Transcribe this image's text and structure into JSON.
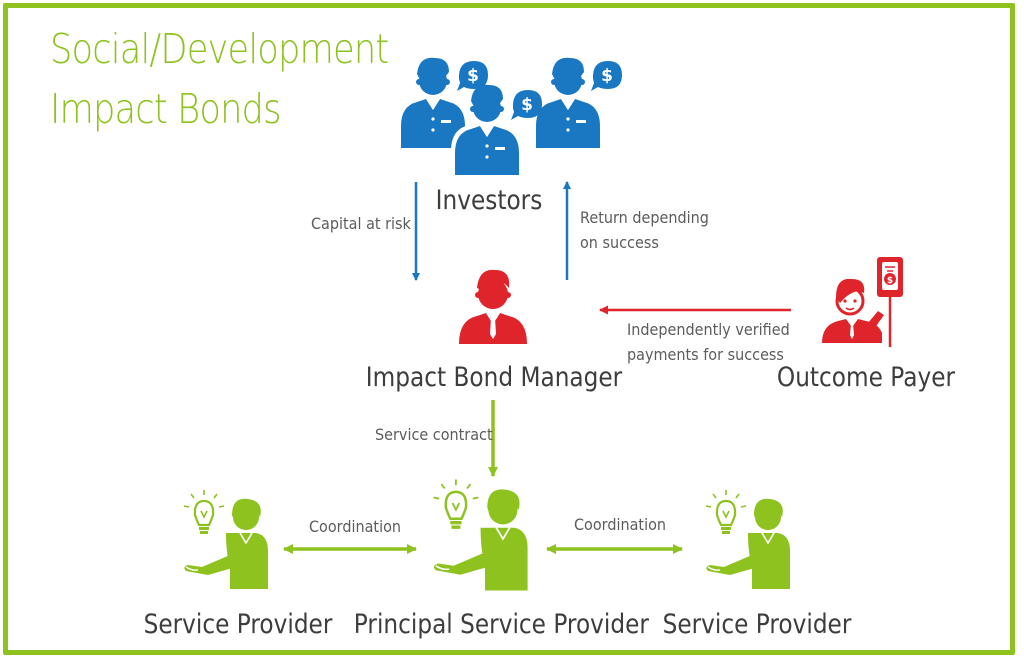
{
  "title": {
    "line1": "Social/Development",
    "line2": "Impact Bonds"
  },
  "colors": {
    "frame": "#8dc21f",
    "investors": "#1a78c2",
    "manager": "#e0242b",
    "payer": "#e0242b",
    "providers": "#8dc21f",
    "text": "#3d3d3d"
  },
  "nodes": {
    "investors": "Investors",
    "manager": "Impact Bond Manager",
    "payer": "Outcome Payer",
    "principal_provider": "Principal Service Provider",
    "provider_left": "Service Provider",
    "provider_right": "Service Provider"
  },
  "edges": {
    "capital": "Capital at risk",
    "return_line1": "Return depending",
    "return_line2": "on success",
    "payments_line1": "Independently verified",
    "payments_line2": "payments for success",
    "service_contract": "Service contract",
    "coordination_left": "Coordination",
    "coordination_right": "Coordination"
  },
  "icons": {
    "investor": "investor-person-icon",
    "dollar_bubble": "dollar-speech-bubble-icon",
    "manager": "businessman-icon",
    "payer": "payer-with-money-bag-icon",
    "provider": "provider-with-lightbulb-icon"
  }
}
